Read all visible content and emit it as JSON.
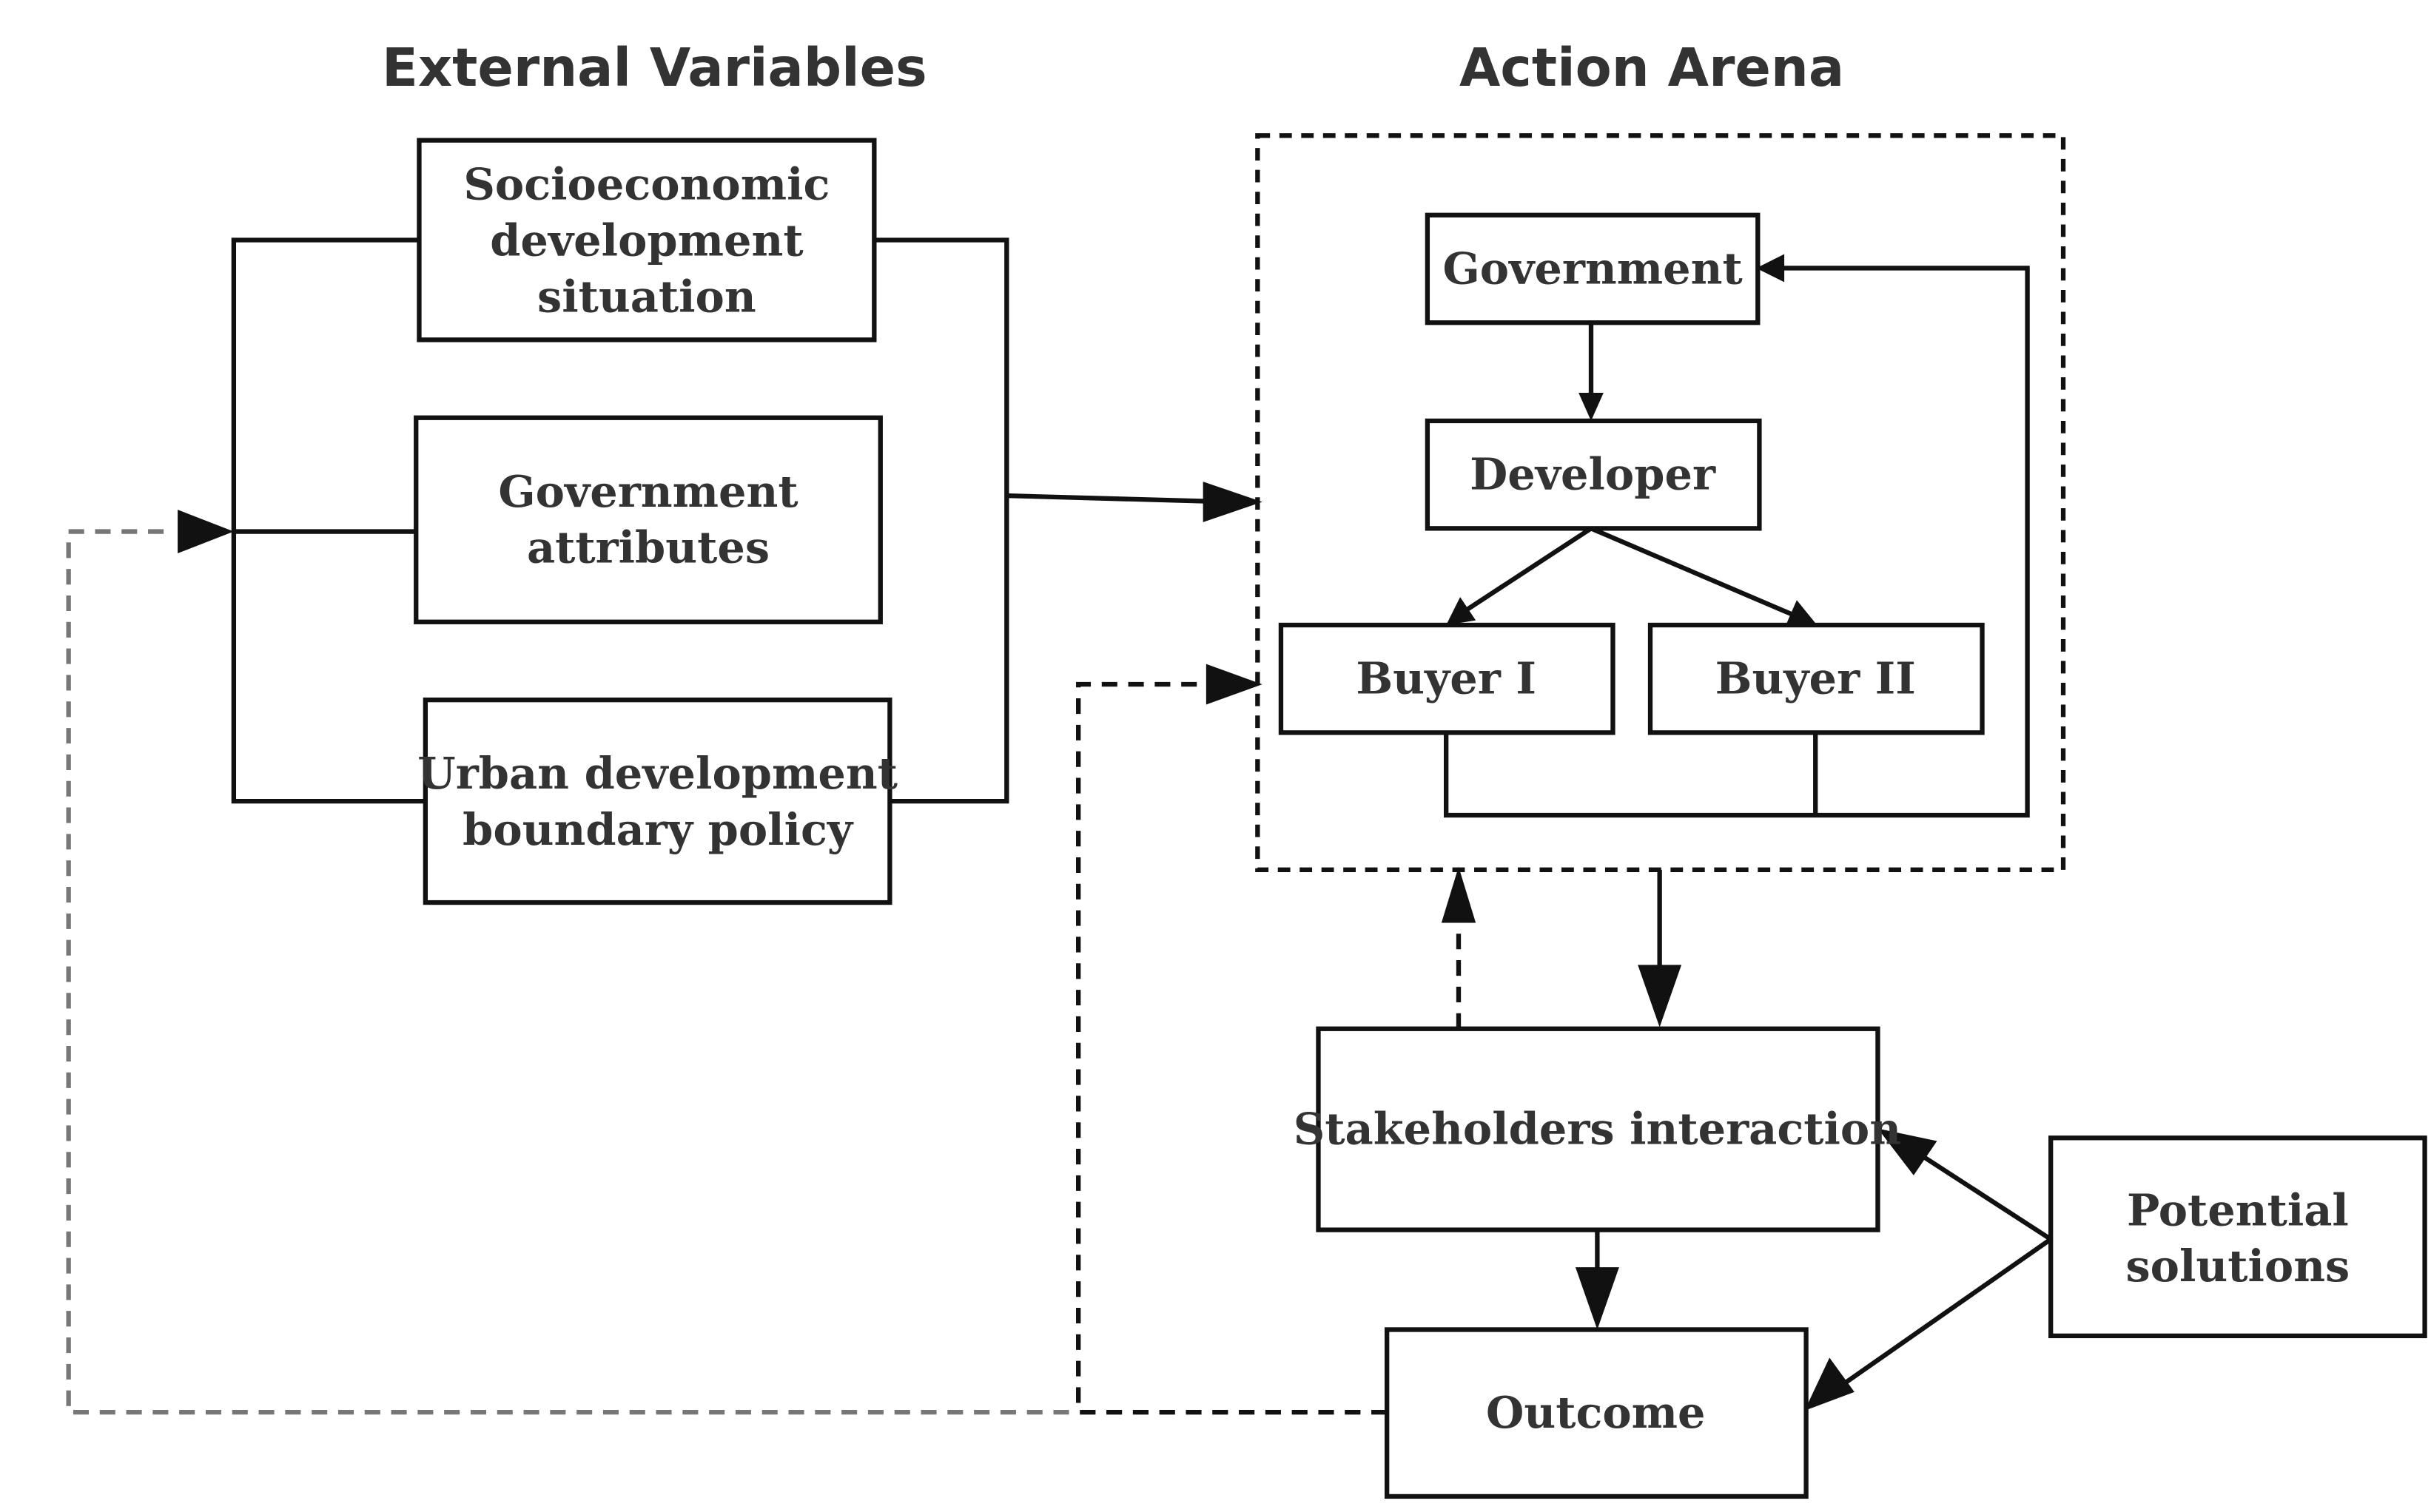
{
  "headings": {
    "external_variables": "External Variables",
    "action_arena": "Action Arena"
  },
  "external_variables": {
    "socioeconomic": [
      "Socioeconomic",
      "development",
      "situation"
    ],
    "government_attributes": [
      "Government",
      "attributes"
    ],
    "urban_boundary_policy": [
      "Urban development",
      "boundary policy"
    ]
  },
  "action_arena": {
    "government": "Government",
    "developer": "Developer",
    "buyer_1": "Buyer I",
    "buyer_2": "Buyer II"
  },
  "stakeholders_interaction": "Stakeholders interaction",
  "outcome": "Outcome",
  "potential_solutions": [
    "Potential",
    "solutions"
  ],
  "colors": {
    "line": "#111111",
    "text": "#333333",
    "feedback_line": "#777777"
  }
}
